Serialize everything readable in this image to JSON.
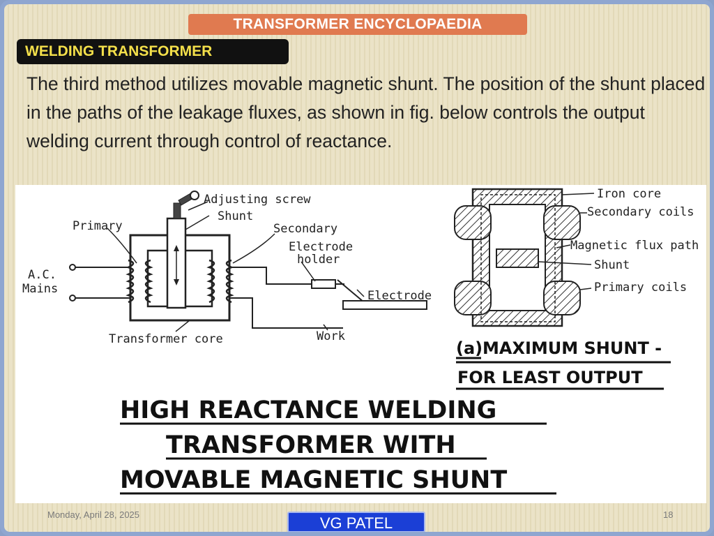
{
  "header": {
    "title": "TRANSFORMER ENCYCLOPAEDIA",
    "section": "WELDING TRANSFORMER"
  },
  "body": {
    "paragraph": "The third method utilizes movable magnetic shunt. The position of the shunt placed in the paths of the leakage fluxes, as shown in fig. below controls the output welding current through control of reactance."
  },
  "figure": {
    "left_labels": {
      "adjusting_screw": "Adjusting screw",
      "shunt": "Shunt",
      "primary": "Primary",
      "secondary": "Secondary",
      "electrode_holder_1": "Electrode",
      "electrode_holder_2": "holder",
      "ac_mains_1": "A.C.",
      "ac_mains_2": "Mains",
      "electrode": "Electrode",
      "work": "Work",
      "transformer_core": "Transformer core"
    },
    "right_labels": {
      "iron_core": "Iron core",
      "secondary_coils": "Secondary coils",
      "magnetic_flux_path": "Magnetic flux path",
      "shunt": "Shunt",
      "primary_coils": "Primary coils"
    },
    "sub_caption": {
      "tag": "(a)",
      "line1": "MAXIMUM SHUNT -",
      "line2": "FOR LEAST OUTPUT"
    },
    "main_caption": {
      "line1": "HIGH REACTANCE WELDING",
      "line2": "TRANSFORMER WITH",
      "line3": "MOVABLE MAGNETIC SHUNT"
    }
  },
  "footer": {
    "date": "Monday, April 28, 2025",
    "author": "VG PATEL",
    "page": "18"
  },
  "colors": {
    "title_bg": "#e07a50",
    "section_bg": "#111111",
    "section_text": "#f4e04a",
    "author_bg": "#1b3fd6"
  }
}
